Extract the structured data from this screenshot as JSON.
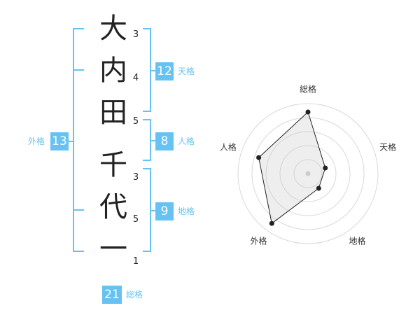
{
  "name_chars": [
    "大",
    "内",
    "田",
    "千",
    "代",
    "一"
  ],
  "strokes": [
    "3",
    "4",
    "5",
    "3",
    "5",
    "1"
  ],
  "fortunes": {
    "tenkaku": {
      "label": "天格",
      "value": "12"
    },
    "jinkaku": {
      "label": "人格",
      "value": "8"
    },
    "chikaku": {
      "label": "地格",
      "value": "9"
    },
    "gaikaku": {
      "label": "外格",
      "value": "13"
    },
    "soukaku": {
      "label": "総格",
      "value": "21"
    }
  },
  "colors": {
    "accent": "#66c2f2",
    "text": "#222222"
  },
  "chart_data": {
    "type": "radar",
    "axes": [
      "総格",
      "天格",
      "地格",
      "外格",
      "人格"
    ],
    "values": [
      4.4,
      1.3,
      1.3,
      4.4,
      3.7
    ],
    "scale_max": 5,
    "rings": 5
  }
}
